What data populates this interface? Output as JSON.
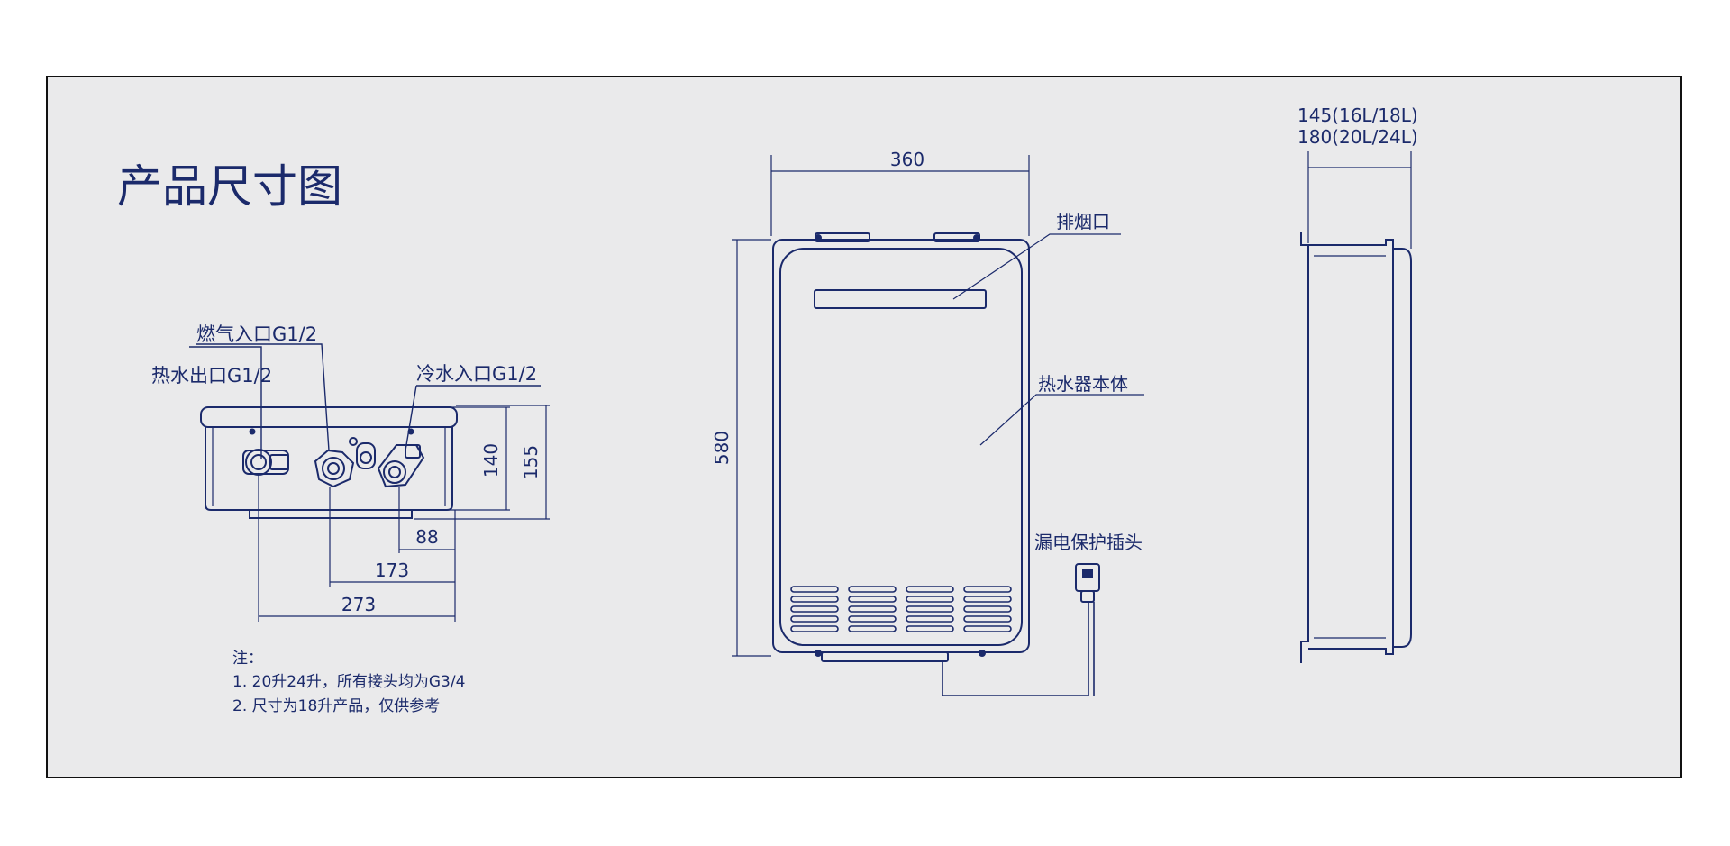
{
  "title": "产品尺寸图",
  "colors": {
    "ink": "#1b2a6b",
    "panel": "#eaeaeb",
    "frame": "#111111",
    "background": "#ffffff"
  },
  "bottom_view": {
    "labels": {
      "gas_inlet": "燃气入口G1/2",
      "hot_outlet": "热水出口G1/2",
      "cold_inlet": "冷水入口G1/2"
    },
    "dims": {
      "h140": "140",
      "h155": "155",
      "w88": "88",
      "w173": "173",
      "w273": "273"
    }
  },
  "notes": {
    "heading": "注：",
    "line1": "1. 20升24升，所有接头均为G3/4",
    "line2": "2. 尺寸为18升产品，仅供参考"
  },
  "front_view": {
    "width_dim": "360",
    "height_dim": "580",
    "labels": {
      "flue": "排烟口",
      "body": "热水器本体",
      "plug": "漏电保护插头"
    }
  },
  "side_view": {
    "depth_line1": "145(16L/18L)",
    "depth_line2": "180(20L/24L)"
  }
}
